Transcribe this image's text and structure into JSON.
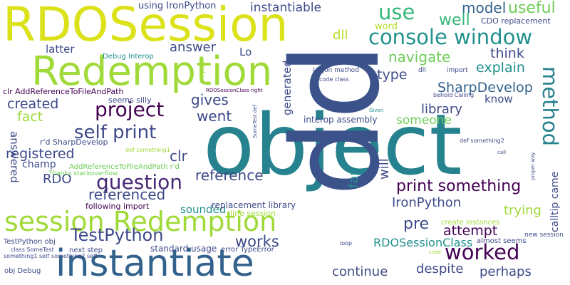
{
  "colors": {
    "background": "#ffffff",
    "palette": [
      "#440154",
      "#482878",
      "#3e4989",
      "#31688e",
      "#26828e",
      "#1f9e89",
      "#35b779",
      "#6ece58",
      "#b5de2b",
      "#fde725"
    ]
  },
  "words": [
    {
      "text": "object",
      "color": "#26828e"
    },
    {
      "text": "pp",
      "color": "#3b528b"
    },
    {
      "text": "RDOSession",
      "color": "#dbe21a"
    },
    {
      "text": "Redemption",
      "color": "#a0da39"
    },
    {
      "text": "instantiate",
      "color": "#33638d"
    },
    {
      "text": "session Redemption",
      "color": "#a0da39"
    },
    {
      "text": "console window",
      "color": "#21918c"
    },
    {
      "text": "project",
      "color": "#440154"
    },
    {
      "text": "question",
      "color": "#482878"
    },
    {
      "text": "self print",
      "color": "#3e4a89"
    },
    {
      "text": "method",
      "color": "#26828e"
    },
    {
      "text": "worked",
      "color": "#440154"
    },
    {
      "text": "use",
      "color": "#35b779"
    },
    {
      "text": "useful",
      "color": "#6ece58"
    },
    {
      "text": "model",
      "color": "#33638d"
    },
    {
      "text": "well",
      "color": "#35b779"
    },
    {
      "text": "instantiable",
      "color": "#3e4a89"
    },
    {
      "text": "using IronPython",
      "color": "#3e4a89"
    },
    {
      "text": "CDO replacement",
      "color": "#3e4a89"
    },
    {
      "text": "dll",
      "color": "#b5de2b"
    },
    {
      "text": "word",
      "color": "#b5de2b"
    },
    {
      "text": "answer",
      "color": "#3e4a89"
    },
    {
      "text": "Lo",
      "color": "#3e4a89"
    },
    {
      "text": "latter",
      "color": "#3e4a89"
    },
    {
      "text": "navigate",
      "color": "#6ece58"
    },
    {
      "text": "think",
      "color": "#3e4a89"
    },
    {
      "text": "explain",
      "color": "#21918c"
    },
    {
      "text": "type",
      "color": "#3e4a89"
    },
    {
      "text": "gives",
      "color": "#3e4a89"
    },
    {
      "text": "SharpDevelop",
      "color": "#33638d"
    },
    {
      "text": "know",
      "color": "#3e4a89"
    },
    {
      "text": "went",
      "color": "#3e4a89"
    },
    {
      "text": "created",
      "color": "#3e4a89"
    },
    {
      "text": "library",
      "color": "#3e4a89"
    },
    {
      "text": "fact",
      "color": "#a0da39"
    },
    {
      "text": "someone",
      "color": "#6ece58"
    },
    {
      "text": "generated",
      "color": "#3e4a89"
    },
    {
      "text": "registered",
      "color": "#3e4a89"
    },
    {
      "text": "clr",
      "color": "#3e4a89"
    },
    {
      "text": "answered",
      "color": "#3e4a89"
    },
    {
      "text": "will",
      "color": "#3e4a89"
    },
    {
      "text": "far",
      "color": "#21918c"
    },
    {
      "text": "referenced",
      "color": "#3e4a89"
    },
    {
      "text": "reference",
      "color": "#3e4a89"
    },
    {
      "text": "RDO",
      "color": "#3e4a89"
    },
    {
      "text": "champ",
      "color": "#3e4a89"
    },
    {
      "text": "print something",
      "color": "#440154"
    },
    {
      "text": "IronPython",
      "color": "#3e4a89"
    },
    {
      "text": "trying",
      "color": "#a0da39"
    },
    {
      "text": "TestPython",
      "color": "#3e4a89"
    },
    {
      "text": "works",
      "color": "#3e4a89"
    },
    {
      "text": "sounded",
      "color": "#21918c"
    },
    {
      "text": "pre",
      "color": "#3e4a89"
    },
    {
      "text": "attempt",
      "color": "#440154"
    },
    {
      "text": "RDOSessionClass",
      "color": "#21918c"
    },
    {
      "text": "continue",
      "color": "#3e4a89"
    },
    {
      "text": "despite",
      "color": "#3e4a89"
    },
    {
      "text": "perhaps",
      "color": "#3e4a89"
    },
    {
      "text": "calltip came",
      "color": "#3e4a89"
    },
    {
      "text": "Debug Interop",
      "color": "#21918c"
    },
    {
      "text": "clr AddReferenceToFileAndPath",
      "color": "#440154"
    },
    {
      "text": "seems silly",
      "color": "#3e4a89"
    },
    {
      "text": "r'd SharpDevelop",
      "color": "#3e4a89"
    },
    {
      "text": "Thanks stackoverflow",
      "color": "#6ece58"
    },
    {
      "text": "AddReferenceToFileAndPath r'd",
      "color": "#6ece58"
    },
    {
      "text": "following import",
      "color": "#440154"
    },
    {
      "text": "replacement library",
      "color": "#3e4a89"
    },
    {
      "text": "line session",
      "color": "#a0da39"
    },
    {
      "text": "interop assembly",
      "color": "#3e4a89"
    },
    {
      "text": "standard usage",
      "color": "#3e4a89"
    },
    {
      "text": "error TypeError",
      "color": "#3e4a89"
    },
    {
      "text": "next step",
      "color": "#3e4a89"
    },
    {
      "text": "almost seems",
      "color": "#3e4a89"
    },
    {
      "text": "create instances",
      "color": "#a0da39"
    },
    {
      "text": "new session",
      "color": "#3e4a89"
    },
    {
      "text": "TestPython obj",
      "color": "#3e4a89"
    },
    {
      "text": "class SomeTest",
      "color": "#3e4a89"
    },
    {
      "text": "something1 self",
      "color": "#3e4a89"
    },
    {
      "text": "something2 self",
      "color": "#3e4a89"
    },
    {
      "text": "obj Debug",
      "color": "#3e4a89"
    },
    {
      "text": "Logon method",
      "color": "#3e4a89"
    },
    {
      "text": "code class",
      "color": "#3e4a89"
    },
    {
      "text": "dll",
      "color": "#3e4a89"
    },
    {
      "text": "import",
      "color": "#3e4a89"
    },
    {
      "text": "Python",
      "color": "#a0da39"
    },
    {
      "text": "RDOSessionClass right",
      "color": "#440154"
    },
    {
      "text": "SomeTest def",
      "color": "#3e4a89"
    },
    {
      "text": "Given",
      "color": "#21918c"
    },
    {
      "text": "def something1",
      "color": "#a0da39"
    },
    {
      "text": "def something2",
      "color": "#3e4a89"
    },
    {
      "text": "behold Calling",
      "color": "#3e4a89"
    },
    {
      "text": "call",
      "color": "#3e4a89"
    },
    {
      "text": "proper way",
      "color": "#3e4a89"
    },
    {
      "text": "loop",
      "color": "#3e4a89"
    },
    {
      "text": "code",
      "color": "#a0da39"
    }
  ]
}
